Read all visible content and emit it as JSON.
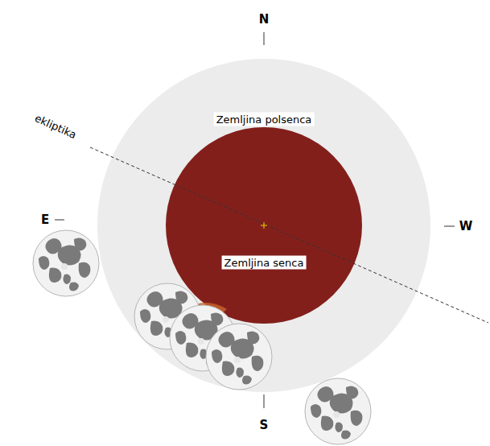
{
  "diagram": {
    "nodes": [
      {
        "text": [
          "Zemljina polsenca"
        ]
      },
      {
        "text": [
          "Zemljina senca"
        ],
        "in": 0
      }
    ],
    "labels": [
      "N",
      "S",
      "E",
      "W",
      "ekliptika"
    ]
  }
}
